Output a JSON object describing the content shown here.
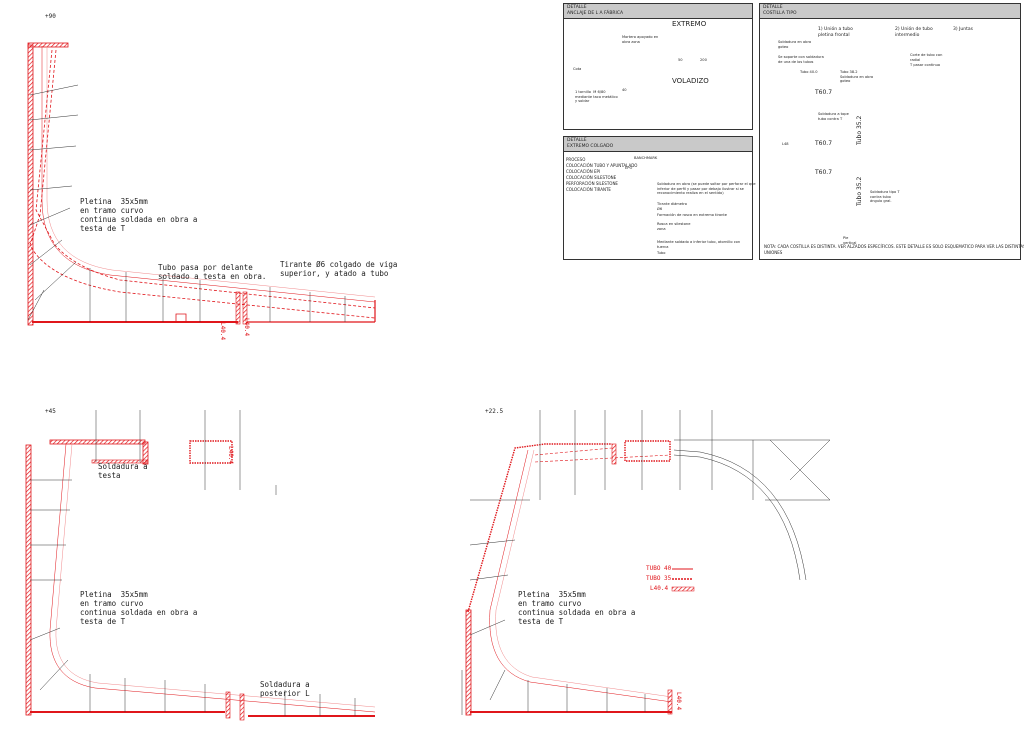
{
  "drawings": {
    "d90": {
      "elevation": "+90",
      "note_pletina": "Pletina  35x5mm\nen tramo curvo\ncontinua soldada en obra a\ntesta de T",
      "note_tubo": "Tubo pasa por delante\nsoldado a testa en obra.",
      "note_tirante": "Tirante Ø6 colgado de viga\nsuperior, y atado a tubo",
      "tag_a": "L40.4",
      "tag_b": "L40.4"
    },
    "d45": {
      "elevation": "+45",
      "note_soldadura": "Soldadura a\ntesta",
      "note_pletina": "Pletina  35x5mm\nen tramo curvo\ncontinua soldada en obra a\ntesta de T",
      "note_posterior": "Soldadura a\nposterior L",
      "tag": "L40.4"
    },
    "d225": {
      "elevation": "+22.5",
      "note_pletina": "Pletina  35x5mm\nen tramo curvo\ncontinua soldada en obra a\ntesta de T",
      "tag": "L40.4"
    }
  },
  "legend": [
    {
      "label": "TUBO 40",
      "color": "#e0161b",
      "style": "solid"
    },
    {
      "label": "TUBO 35",
      "color": "#e0161b",
      "style": "dashed"
    },
    {
      "label": "L40.4",
      "color": "#e0161b",
      "style": "hatched"
    }
  ],
  "panels": {
    "anclaje": {
      "header": "DETALLE\nANCLAJE DE L A FÁBRICA",
      "extremo": "EXTREMO",
      "voladizo": "VOLADIZO",
      "note_mortero": "Mortero apoyado en\nobra zona",
      "note_cota": "Cota",
      "note_tornillo": "1 tornillo  M 6/80\nmediante taco metálico\ny soldar",
      "dim_a": "40",
      "dim_b": "50",
      "dim_c": "200"
    },
    "colgado": {
      "header": "DETALLE\nEXTREMO COLGADO",
      "proceso": "PROCESO\nCOLOCACIÓN TUBO Y APUNTALADO\nCOLOCACIÓN EPI\nCOLOCACIÓN SILESTONE\nPERFORACIÓN SILESTONE\nCOLOCACIÓN TIRANTE",
      "top_label": "BANCHMARK",
      "notes": [
        "Soldadura en obra (se puede soltar por perforar el que\ninferior de perfil y pasar por debajo ilustrar si se\nreconocimiento realiza en el sentido)",
        "Tirante diámetro\nØ6",
        "Formación de rosca en extremo tirante",
        "Rosca en silestone\nzona",
        "Mediante soldado a inferior tubo, atornillo con\ntuerca",
        "Tubo"
      ],
      "mark": "EPO"
    },
    "costilla": {
      "header": "DETALLE\nCOSTILLA TIPO",
      "opt1": "1) Unión a tubo\npletina frontal",
      "opt2": "2) Unión de tubo\nintermedio",
      "opt3": "3) Juntas",
      "t1": "T60.7",
      "t2": "T60.7",
      "t3": "T60.7",
      "tubo_a": "Tubo 35.2",
      "tubo_b": "Tubo 35.2",
      "dim_l": "L48",
      "note_sold1": "Soldadura en obra\ngoteo",
      "note_sold2": "Se soporte con soldadura\nde una de los tubos",
      "note_tubo40": "Tubo 40.0",
      "note_tubo35": "Tubo 38.2\nSoldadura en obra\ngoteo",
      "note_corte": "Corte de tubo con\nradial",
      "note_pasar": "T pasar continuo",
      "note_soldtipo": "Soldadura tipo T\ncontra tubo\nángulo gral.",
      "note_soldadura2": "Soldadura a tope\ntubo contra T",
      "note_bottom": "Pie\nvertical",
      "nota": "NOTA: CADA COSTILLA ES DISTINTA. VER ALZADOS ESPECÍFICOS. ESTE DETALLE ES SOLO ESQUEMATICO PARA VER LAS DISTINTAS\nUNIONES"
    }
  }
}
